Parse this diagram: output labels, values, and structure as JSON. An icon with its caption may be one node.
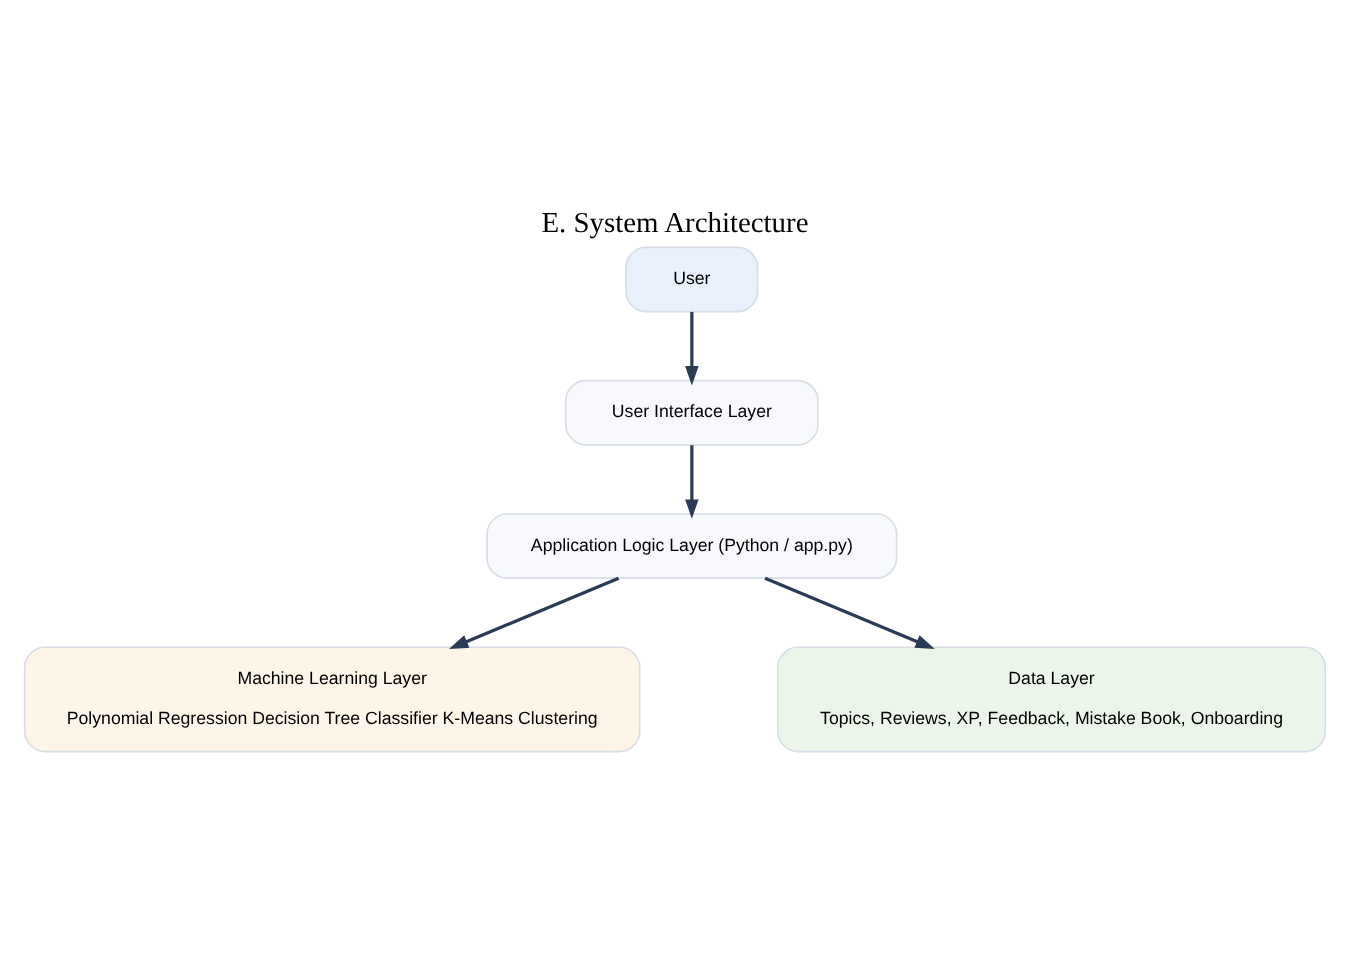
{
  "diagram": {
    "title": "E. System Architecture",
    "nodes": [
      {
        "text": [
          "User"
        ]
      },
      {
        "text": [
          "User Interface Layer"
        ]
      },
      {
        "text": [
          "Application Logic Layer (Python / app.py)"
        ]
      },
      {
        "text": [
          "Machine Learning Layer",
          "Polynomial Regression Decision Tree Classifier K-Means Clustering"
        ]
      },
      {
        "text": [
          "Data Layer",
          "Topics, Reviews, XP, Feedback, Mistake Book, Onboarding"
        ]
      }
    ],
    "edges": [
      {
        "from": 0,
        "to": 1,
        "arrow": "to"
      },
      {
        "from": 1,
        "to": 2,
        "arrow": "to"
      },
      {
        "from": 2,
        "to": 3,
        "arrow": "to"
      },
      {
        "from": 2,
        "to": 4,
        "arrow": "to"
      }
    ]
  }
}
